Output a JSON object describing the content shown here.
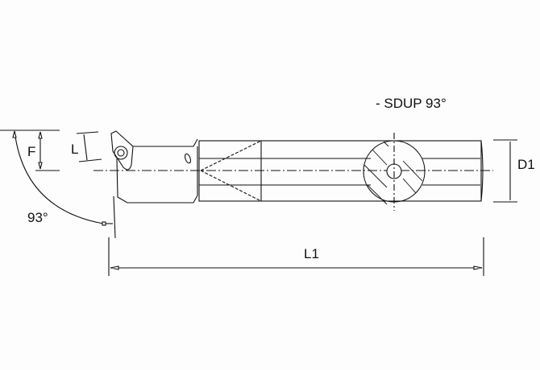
{
  "drawing": {
    "title": "- SDUP 93°",
    "labels": {
      "F": "F",
      "L": "L",
      "D1": "D1",
      "L1": "L1",
      "angle": "93°"
    }
  },
  "colors": {
    "background": "#fcfdfc",
    "line": "#111111"
  }
}
